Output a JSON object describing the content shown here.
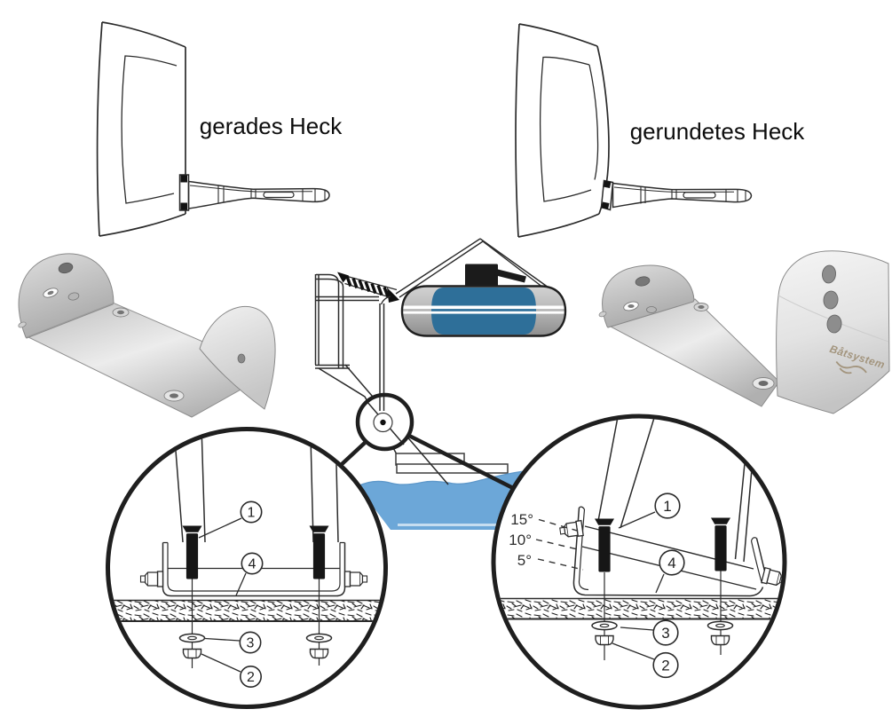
{
  "labels": {
    "straight_stern": "gerades Heck",
    "rounded_stern": "gerundetes Heck"
  },
  "brand": {
    "logo_text": "Båtsystem"
  },
  "detail_left": {
    "callouts": [
      {
        "label": "1"
      },
      {
        "label": "4"
      },
      {
        "label": "3"
      },
      {
        "label": "2"
      }
    ]
  },
  "detail_right": {
    "angle_labels": [
      "15°",
      "10°",
      "5°"
    ],
    "callouts": [
      {
        "label": "1"
      },
      {
        "label": "4"
      },
      {
        "label": "3"
      },
      {
        "label": "2"
      }
    ]
  },
  "colors": {
    "line": "#2b2b2b",
    "water_blue": "#6ca7d8",
    "water_light": "#c6ddf0",
    "dinghy_hull_blue": "#2e6f99",
    "motor_black": "#1b1b1b",
    "metal_light": "#f0f0f0",
    "metal_mid": "#c9c9c9",
    "metal_dark": "#9a9a9a",
    "logo_tan": "#a3957e"
  }
}
